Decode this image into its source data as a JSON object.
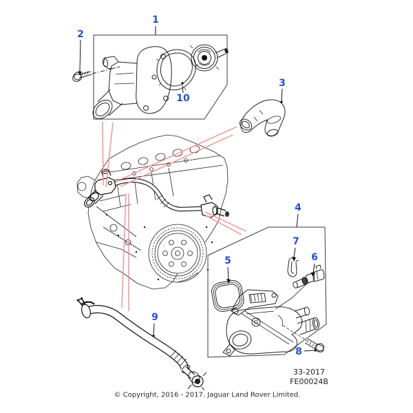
{
  "diagram": {
    "callouts": {
      "c1": "1",
      "c2": "2",
      "c3": "3",
      "c4": "4",
      "c5": "5",
      "c6": "6",
      "c7": "7",
      "c8": "8",
      "c9": "9",
      "c10": "10"
    },
    "footer": {
      "section_code": "33-2017",
      "figure_code": "FE00024B",
      "copyright": "© Copyright, 2016 - 2017. Jaguar Land Rover Limited."
    },
    "colors": {
      "callout": "#2350cd",
      "leader": "#f18f8f",
      "line": "#222222"
    }
  }
}
